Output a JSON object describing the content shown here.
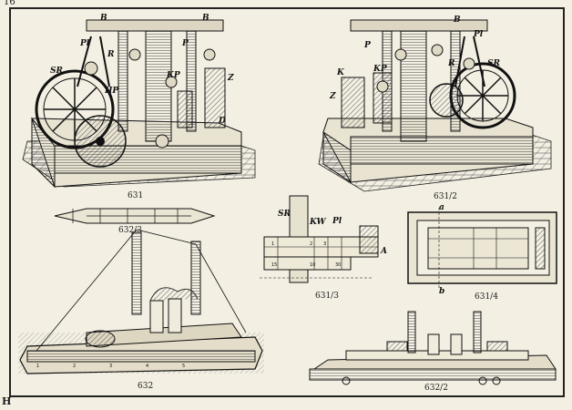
{
  "page": {
    "number": "16",
    "corner_mark": "H"
  },
  "figures": [
    {
      "id": "fig-631",
      "caption": "631",
      "labels": [
        "B",
        "B",
        "Pl",
        "R",
        "P",
        "SR",
        "IIP",
        "KP",
        "Z",
        "D"
      ]
    },
    {
      "id": "fig-631-2",
      "caption": "631/2",
      "labels": [
        "B",
        "P",
        "KP",
        "K",
        "Z",
        "R",
        "Pl",
        "SR"
      ]
    },
    {
      "id": "fig-632-3",
      "caption": "632/3"
    },
    {
      "id": "fig-631-3",
      "caption": "631/3",
      "labels": [
        "SR",
        "KW",
        "Pl",
        "A"
      ]
    },
    {
      "id": "fig-631-4",
      "caption": "631/4",
      "labels": [
        "a",
        "b"
      ]
    },
    {
      "id": "fig-632",
      "caption": "632"
    },
    {
      "id": "fig-632-2",
      "caption": "632/2"
    }
  ]
}
